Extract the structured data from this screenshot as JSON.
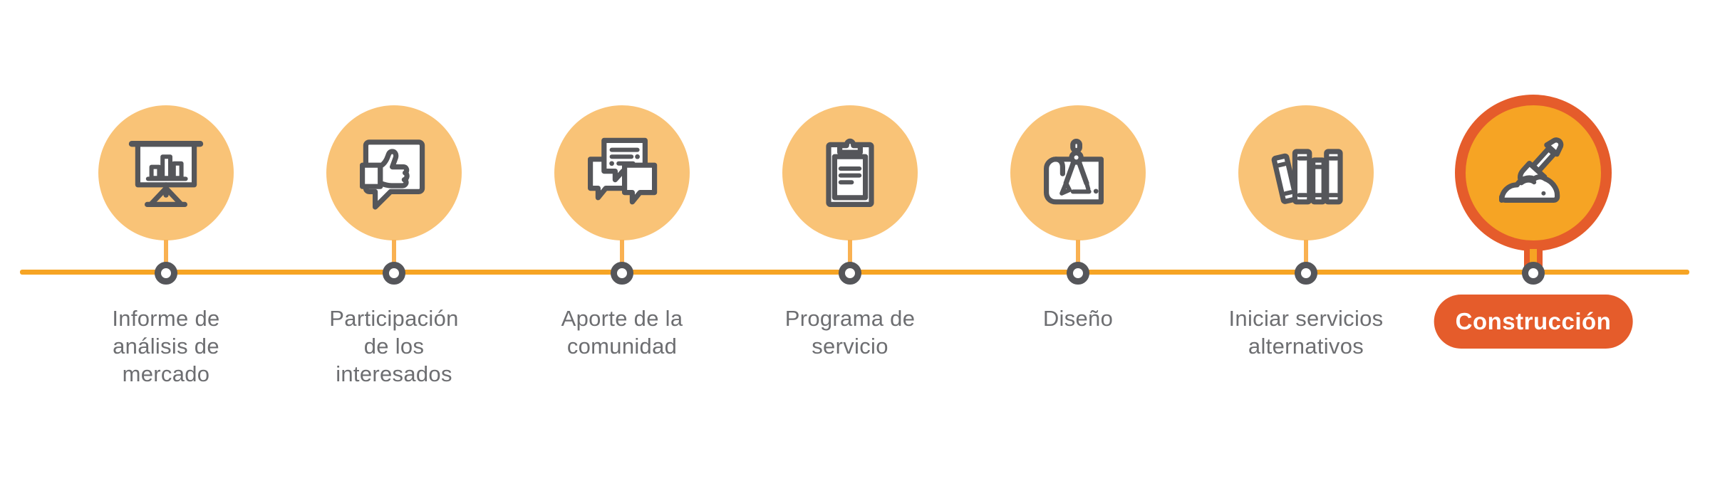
{
  "colors": {
    "circle-fill": "#F9C377",
    "line-orange": "#F6A424",
    "stem-orange": "#F9B152",
    "node-ring": "#55565A",
    "icon-stroke": "#55565A",
    "active-red": "#E55C2B",
    "active-fill": "#F6A424",
    "label-gray": "#6D6E71",
    "pill-text": "#FFFFFF"
  },
  "timeline": {
    "stages": [
      {
        "label": "Informe de\nanálisis de\nmercado",
        "icon": "presentation-chart-icon",
        "active": false
      },
      {
        "label": "Participación\nde los\ninteresados",
        "icon": "thumbs-up-bubble-icon",
        "active": false
      },
      {
        "label": "Aporte de la\ncomunidad",
        "icon": "chat-bubbles-icon",
        "active": false
      },
      {
        "label": "Programa de\nservicio",
        "icon": "clipboard-icon",
        "active": false
      },
      {
        "label": "Diseño",
        "icon": "drafting-compass-blueprint-icon",
        "active": false
      },
      {
        "label": "Iniciar servicios\nalternativos",
        "icon": "books-icon",
        "active": false
      },
      {
        "label": "Construcción",
        "icon": "shovel-icon",
        "active": true
      }
    ]
  }
}
